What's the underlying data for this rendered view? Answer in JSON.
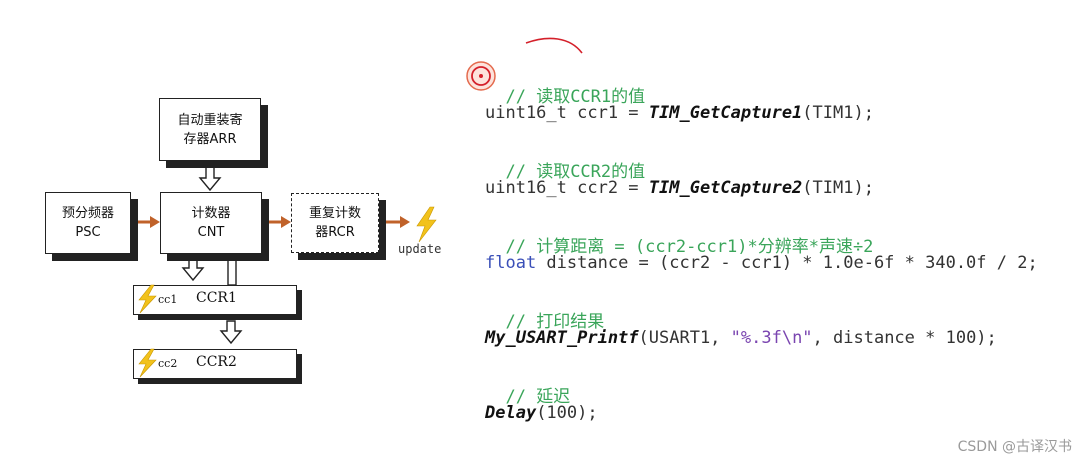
{
  "diagram": {
    "arr_box": {
      "line1": "自动重装寄",
      "line2": "存器ARR"
    },
    "psc_box": {
      "line1": "预分频器",
      "line2": "PSC"
    },
    "cnt_box": {
      "line1": "计数器",
      "line2": "CNT"
    },
    "rcr_box": {
      "line1": "重复计数",
      "line2": "器RCR"
    },
    "update_label": "update",
    "ccr1": {
      "channel": "cc1",
      "name": "CCR1"
    },
    "ccr2": {
      "channel": "cc2",
      "name": "CCR2"
    },
    "colors": {
      "arrow": "#c0622a",
      "bolt": "#f2c21b",
      "box_border": "#222222"
    },
    "icons": [
      "lightning-icon",
      "hollow-down-arrow",
      "cursor-highlight-icon"
    ]
  },
  "code": {
    "line1": {
      "comment": "// 读取CCR1的值"
    },
    "line2": {
      "pre": "uint16_t ccr1 = ",
      "fn": "TIM_GetCapture1",
      "post": "(TIM1);"
    },
    "line3": {
      "comment": "// 读取CCR2的值"
    },
    "line4": {
      "pre": "uint16_t ccr2 = ",
      "fn": "TIM_GetCapture2",
      "post": "(TIM1);"
    },
    "line5": {
      "comment": "// 计算距离 = (ccr2-ccr1)*分辨率*声速÷2"
    },
    "line6": {
      "kw": "float",
      "post": " distance = (ccr2 - ccr1) * 1.0e-6f * 340.0f / 2;"
    },
    "line7": {
      "comment": "// 打印结果"
    },
    "line8": {
      "fn": "My_USART_Printf",
      "pre": "(USART1, ",
      "str": "\"%.3f\\n\"",
      "post": ", distance * 100);"
    },
    "line9": {
      "comment": "// 延迟"
    },
    "line10": {
      "fn": "Delay",
      "post": "(100);"
    }
  },
  "watermark": "CSDN @古译汉书"
}
